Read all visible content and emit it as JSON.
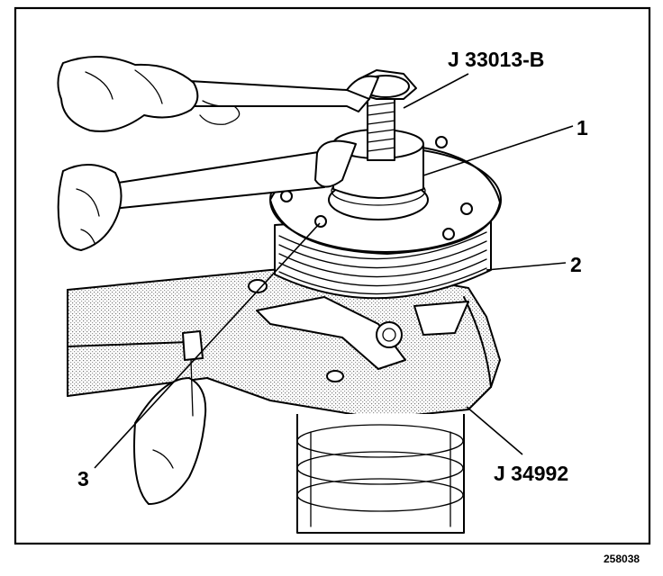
{
  "figure": {
    "figure_number": "258038",
    "callouts": {
      "tool_forcing_screw": "J 33013-B",
      "item_1": "1",
      "item_2": "2",
      "item_3": "3",
      "tool_holding_fixture": "J 34992"
    }
  }
}
